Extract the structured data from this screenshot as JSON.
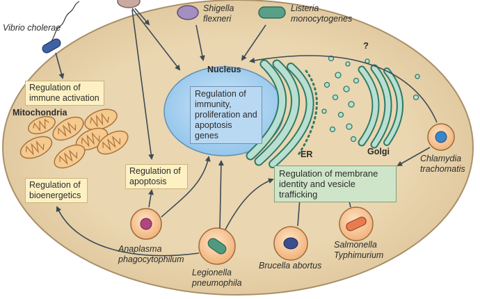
{
  "colors": {
    "cell_fill": "#e7d2aa",
    "cell_stroke": "#a98f68",
    "nucleus_fill": "#a9d3f1",
    "mito_fill": "#f6c98f",
    "box_yellow": "#fdf1c4",
    "box_green": "#cfe5c9",
    "box_blue": "#b9d9f3",
    "arrow": "#3d4a55"
  },
  "labels": {
    "vibrio": "Vibrio cholerae",
    "shigella": "Shigella\nflexneri",
    "listeria": "Listeria\nmonocytogenes",
    "question": "?",
    "nucleus": "Nucleus",
    "mitochondria": "Mitochondria",
    "er": "ER",
    "golgi": "Golgi",
    "chlamydia": "Chlamydia\ntrachomatis",
    "anaplasma": "Anaplasma\nphagocytophilum",
    "legionella": "Legionella\npneumophila",
    "brucella": "Brucella abortus",
    "salmonella": "Salmonella\nTyphimurium"
  },
  "boxes": {
    "immune": "Regulation of\nimmune activation",
    "bioenergetics": "Regulation of\nbioenergetics",
    "apoptosis": "Regulation of\napoptosis",
    "nucleus_genes": "Regulation of\nimmunity,\nproliferation and\napoptosis genes",
    "membrane": "Regulation of membrane\nidentity and vesicle trafficking"
  }
}
